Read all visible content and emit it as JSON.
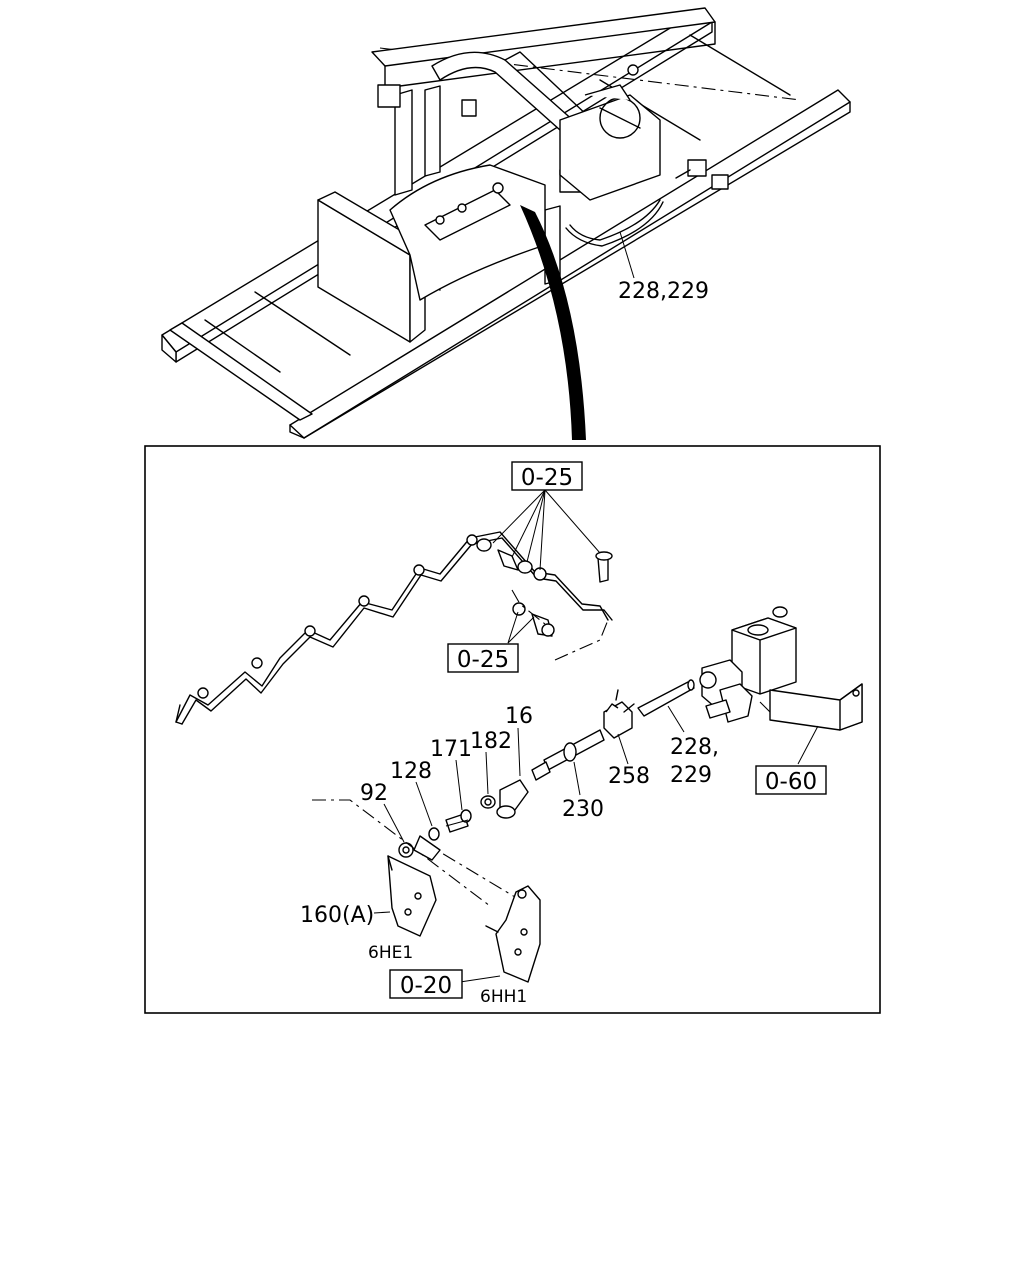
{
  "diagram": {
    "top_callout": "228,229",
    "reference_boxes": {
      "upper": "0-25",
      "middle": "0-25",
      "right": "0-60",
      "bottom": "0-20"
    },
    "part_labels": {
      "p16": "16",
      "p182": "182",
      "p171": "171",
      "p128": "128",
      "p92": "92",
      "p228_line1": "228,",
      "p228_line2": "229",
      "p258": "258",
      "p230": "230",
      "p160": "160(A)"
    },
    "engine_labels": {
      "e6he1": "6HE1",
      "e6hh1": "6HH1"
    }
  }
}
